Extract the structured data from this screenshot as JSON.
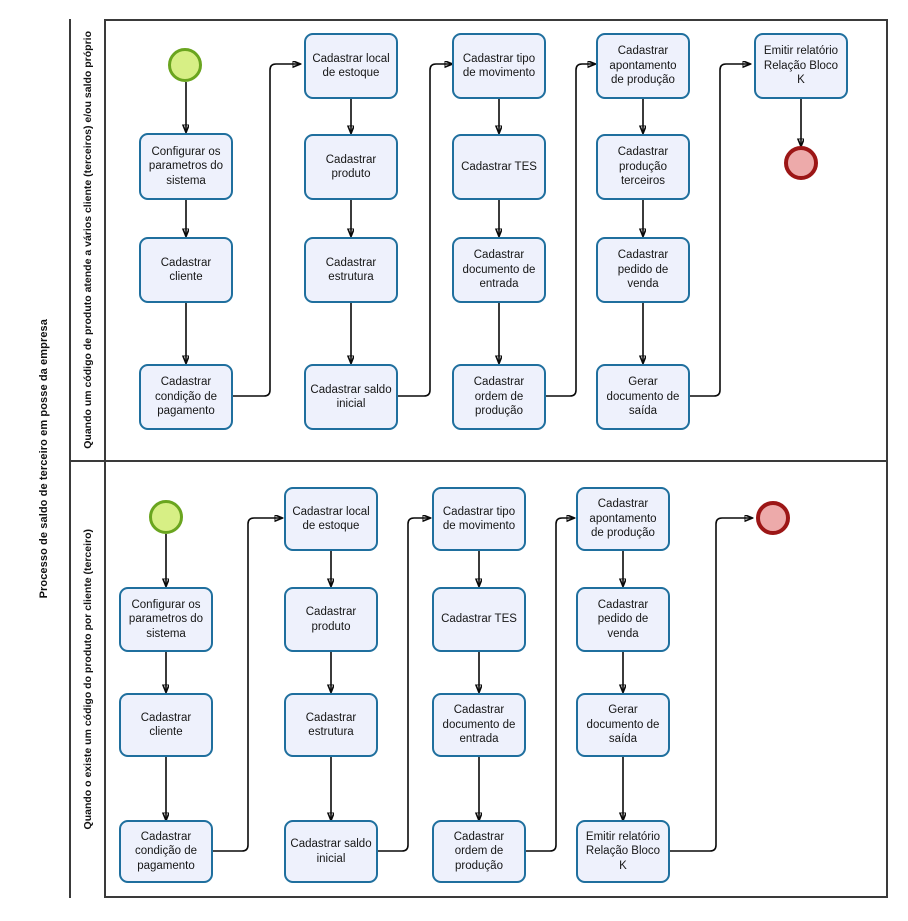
{
  "diagram": {
    "type": "flowchart",
    "pool_label": "Processo de saldo de terceiro em posse da empresa",
    "lanes": [
      {
        "id": "lane-top",
        "label": "Quando um código de produto atende a vários cliente (terceiros) e/ou saldo próprio",
        "start_event": "start-event",
        "end_event": "end-event",
        "nodes": [
          {
            "id": "t1",
            "label": "Configurar os parametros do sistema"
          },
          {
            "id": "t2",
            "label": "Cadastrar cliente"
          },
          {
            "id": "t3",
            "label": "Cadastrar condição de pagamento"
          },
          {
            "id": "t4",
            "label": "Cadastrar local de estoque"
          },
          {
            "id": "t5",
            "label": "Cadastrar produto"
          },
          {
            "id": "t6",
            "label": "Cadastrar estrutura"
          },
          {
            "id": "t7",
            "label": "Cadastrar saldo inicial"
          },
          {
            "id": "t8",
            "label": "Cadastrar tipo de movimento"
          },
          {
            "id": "t9",
            "label": "Cadastrar TES"
          },
          {
            "id": "t10",
            "label": "Cadastrar documento de entrada"
          },
          {
            "id": "t11",
            "label": "Cadastrar ordem de produção"
          },
          {
            "id": "t12",
            "label": "Cadastrar apontamento de produção"
          },
          {
            "id": "t13",
            "label": "Cadastrar produção terceiros"
          },
          {
            "id": "t14",
            "label": "Cadastrar pedido de venda"
          },
          {
            "id": "t15",
            "label": "Gerar documento de saída"
          },
          {
            "id": "t16",
            "label": "Emitir relatório Relação Bloco K"
          }
        ]
      },
      {
        "id": "lane-bottom",
        "label": "Quando o existe um código do produto por cliente (terceiro)",
        "start_event": "start-event",
        "end_event": "end-event",
        "nodes": [
          {
            "id": "b1",
            "label": "Configurar os parametros do sistema"
          },
          {
            "id": "b2",
            "label": "Cadastrar cliente"
          },
          {
            "id": "b3",
            "label": "Cadastrar condição de pagamento"
          },
          {
            "id": "b4",
            "label": "Cadastrar local de estoque"
          },
          {
            "id": "b5",
            "label": "Cadastrar produto"
          },
          {
            "id": "b6",
            "label": "Cadastrar estrutura"
          },
          {
            "id": "b7",
            "label": "Cadastrar saldo inicial"
          },
          {
            "id": "b8",
            "label": "Cadastrar tipo de movimento"
          },
          {
            "id": "b9",
            "label": "Cadastrar TES"
          },
          {
            "id": "b10",
            "label": "Cadastrar documento de entrada"
          },
          {
            "id": "b11",
            "label": "Cadastrar ordem de produção"
          },
          {
            "id": "b12",
            "label": "Cadastrar apontamento de produção"
          },
          {
            "id": "b13",
            "label": "Cadastrar pedido de venda"
          },
          {
            "id": "b14",
            "label": "Gerar documento de saída"
          },
          {
            "id": "b15",
            "label": "Emitir relatório Relação Bloco K"
          }
        ]
      }
    ],
    "colors": {
      "task_fill": "#eef1fc",
      "task_border": "#1f6f9e",
      "start_fill": "#d7ef85",
      "start_border": "#6aa51f",
      "end_fill": "#edaaaa",
      "end_border": "#9c1616",
      "connector": "#0a0a0a",
      "frame": "#3a3a3a"
    }
  }
}
